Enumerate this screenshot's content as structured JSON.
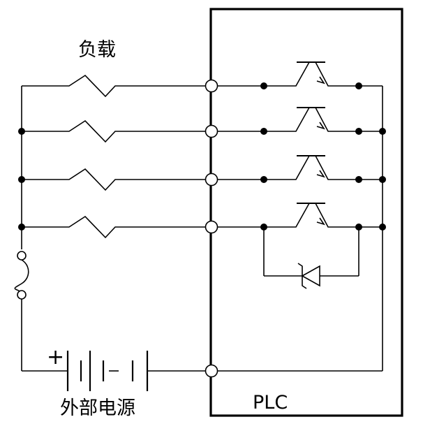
{
  "labels": {
    "load": "负载",
    "power": "外部电源",
    "plc": "PLC",
    "plus": "+"
  },
  "outputs": [
    {
      "id": "out-1"
    },
    {
      "id": "out-2"
    },
    {
      "id": "out-3"
    },
    {
      "id": "out-4"
    }
  ],
  "has_fuse": true,
  "has_zener_diode": true,
  "battery_cells": 3
}
